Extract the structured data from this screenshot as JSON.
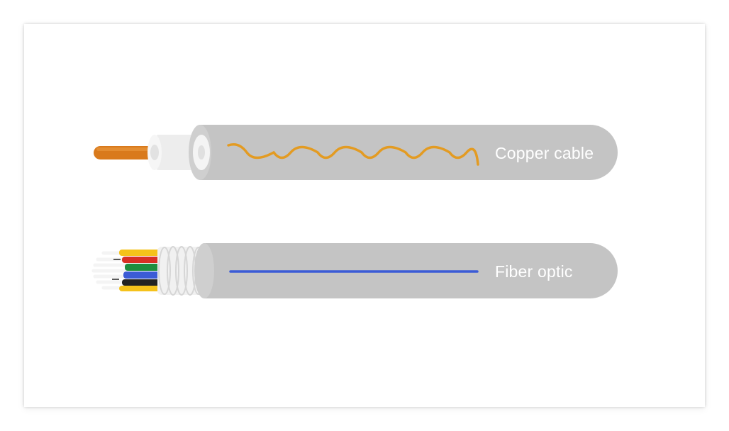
{
  "cables": {
    "copper": {
      "label": "Copper cable",
      "jacket_color": "#c4c4c4",
      "core_color": "#d97a1c",
      "signal_color": "#e39b22",
      "signal_type": "wave",
      "insulation_color": "#eeeeee"
    },
    "fiber": {
      "label": "Fiber optic",
      "jacket_color": "#c4c4c4",
      "signal_color": "#3b5bd6",
      "signal_type": "straight-line",
      "strand_colors": [
        "#f5c21b",
        "#d93025",
        "#1e8e3e",
        "#3b5bd6",
        "#222222",
        "#f5c21b"
      ],
      "fiber_color": "#f4f4f4"
    }
  }
}
